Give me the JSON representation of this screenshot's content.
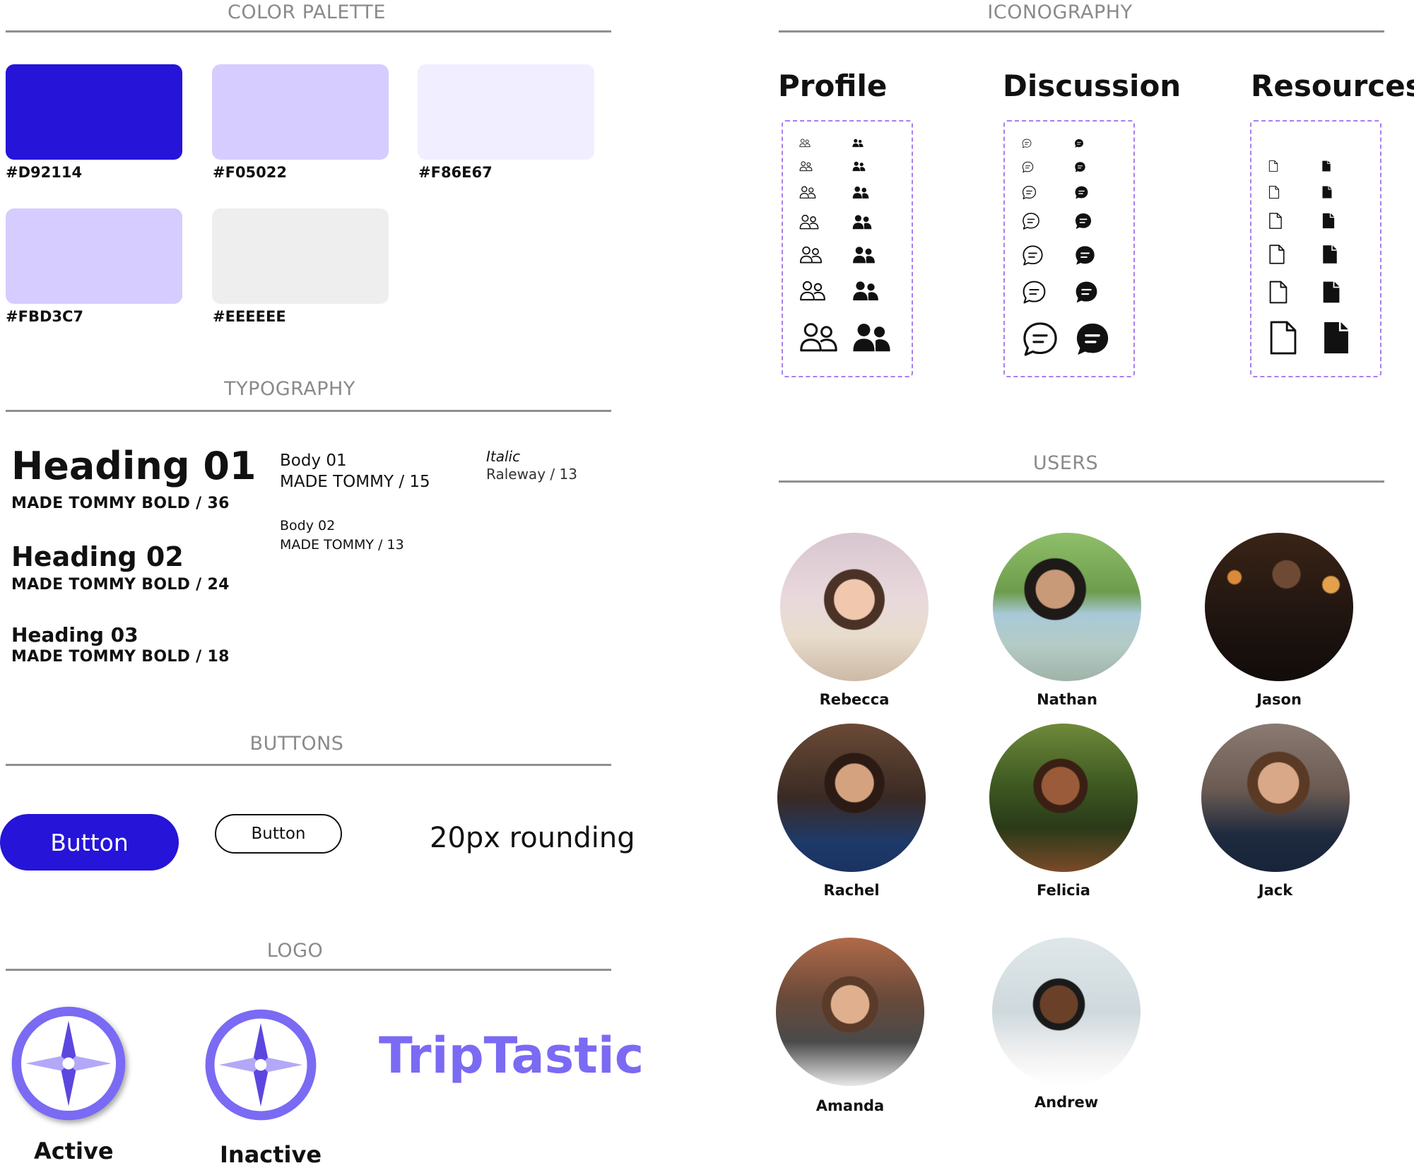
{
  "colors": {
    "primary": "#2614D8",
    "lavender": "#D6CCFF",
    "pale": "#F0EEFF",
    "gray": "#EEEEEE",
    "logo": "#7B6AF3",
    "icon_border": "#A77FF0"
  },
  "sections": {
    "color_palette": "COLOR PALETTE",
    "iconography": "ICONOGRAPHY",
    "typography": "TYPOGRAPHY",
    "users": "USERS",
    "buttons": "BUTTONS",
    "logo": "LOGO"
  },
  "palette": [
    {
      "label": "#D92114",
      "color": "#2614D8"
    },
    {
      "label": "#F05022",
      "color": "#D6CCFF"
    },
    {
      "label": "#F86E67",
      "color": "#F0EEFF"
    },
    {
      "label": "#FBD3C7",
      "color": "#D6CCFF"
    },
    {
      "label": "#EEEEEE",
      "color": "#EEEEEE"
    }
  ],
  "typography": {
    "h1": "Heading 01",
    "h1_spec": "MADE TOMMY BOLD / 36",
    "h2": "Heading 02",
    "h2_spec": "MADE TOMMY BOLD / 24",
    "h3": "Heading 03",
    "h3_spec": "MADE TOMMY BOLD / 18",
    "body1": "Body 01",
    "body1_spec": "MADE TOMMY  /  15",
    "body2": "Body 02",
    "body2_spec": "MADE TOMMY  /  13",
    "italic": "Italic",
    "italic_spec": "Raleway  /  13"
  },
  "buttons": {
    "primary_label": "Button",
    "outline_label": "Button",
    "rounding_note": "20px rounding"
  },
  "logo": {
    "active_label": "Active",
    "inactive_label": "Inactive",
    "wordmark": "TripTastic"
  },
  "iconography": {
    "profile_title": "Profile",
    "discussion_title": "Discussion",
    "resources_title": "Resources",
    "icons": [
      "users-outline-icon",
      "users-filled-icon",
      "chat-outline-icon",
      "chat-filled-icon",
      "document-outline-icon",
      "document-filled-icon"
    ]
  },
  "users": [
    {
      "name": "Rebecca"
    },
    {
      "name": "Nathan"
    },
    {
      "name": "Jason"
    },
    {
      "name": "Rachel"
    },
    {
      "name": "Felicia"
    },
    {
      "name": "Jack"
    },
    {
      "name": "Amanda"
    },
    {
      "name": "Andrew"
    }
  ]
}
